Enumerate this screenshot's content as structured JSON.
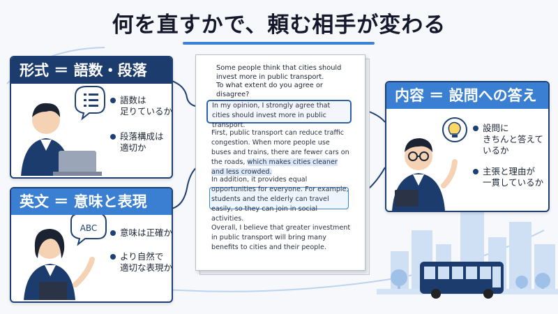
{
  "title": "何を直すかで、頼む相手が変わる",
  "cards": {
    "form": {
      "heading": "形式 ＝ 語数・段落",
      "bullets": [
        "語数は\n足りているか",
        "段落構成は\n適切か"
      ]
    },
    "english": {
      "heading": "英文 ＝ 意味と表現",
      "bullets": [
        "意味は正確か",
        "より自然で\n適切な表現か"
      ],
      "bubble_text": "ABC"
    },
    "content": {
      "heading": "内容 ＝ 設問への答え",
      "bullets": [
        "設問に\nきちんと答えているか",
        "主張と理由が\n一貫しているか"
      ]
    }
  },
  "essay": {
    "prompt": "Some people think that cities should invest more in public transport.\nTo what extent do you agree or disagree?",
    "intro": "In my opinion, I strongly agree that cities should invest more in public transport.",
    "body1_a": "First, public transport can reduce traffic congestion. When more people use buses and trains, there are fewer cars on the roads,",
    "body1_b": "which makes cities cleaner and less crowded.",
    "body2_a": "In addition, it provides equal opportunities for everyone.",
    "body2_b": "For example, students and the elderly can travel easily, so they can join in social activities.",
    "conclusion": "Overall, I believe that greater investment in public transport will bring many benefits to cities and their people."
  },
  "colors": {
    "navy": "#1d3c6e",
    "blue": "#3a7fd1",
    "accent": "#3b82d6"
  }
}
